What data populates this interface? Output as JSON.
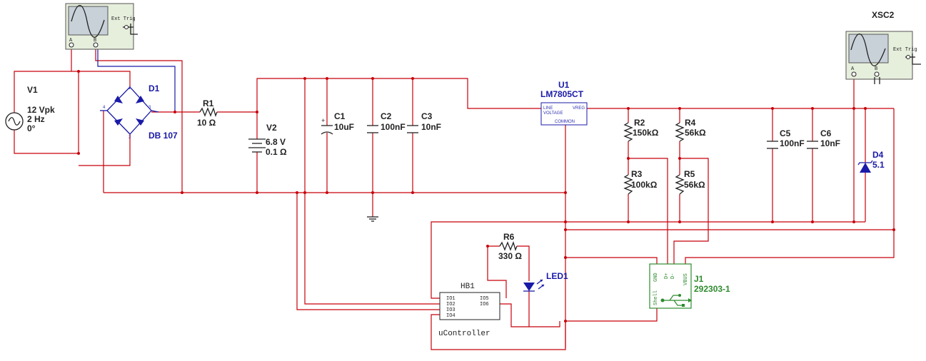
{
  "components": {
    "v1": {
      "ref": "V1",
      "amp": "12 Vpk",
      "freq": "2 Hz",
      "phase": "0°"
    },
    "d1": {
      "ref": "D1",
      "part": "DB 107"
    },
    "r1": {
      "ref": "R1",
      "value": "10 Ω"
    },
    "v2": {
      "ref": "V2",
      "volts": "6.8 V",
      "res": "0.1 Ω"
    },
    "c1": {
      "ref": "C1",
      "value": "10uF"
    },
    "c2": {
      "ref": "C2",
      "value": "100nF"
    },
    "c3": {
      "ref": "C3",
      "value": "10nF"
    },
    "u1": {
      "ref": "U1",
      "part": "LM7805CT",
      "pin_in": "LINE",
      "pin_in2": "VOLTAGE",
      "pin_out": "VREG",
      "pin_com": "COMMON"
    },
    "r2": {
      "ref": "R2",
      "value": "150kΩ"
    },
    "r3": {
      "ref": "R3",
      "value": "100kΩ"
    },
    "r4": {
      "ref": "R4",
      "value": "56kΩ"
    },
    "r5": {
      "ref": "R5",
      "value": "56kΩ"
    },
    "c5": {
      "ref": "C5",
      "value": "100nF"
    },
    "c6": {
      "ref": "C6",
      "value": "10nF"
    },
    "d4": {
      "ref": "D4",
      "value": "5.1"
    },
    "xsc2": {
      "ref": "XSC2"
    },
    "r6": {
      "ref": "R6",
      "value": "330 Ω"
    },
    "led1": {
      "ref": "LED1"
    },
    "hb1": {
      "ref": "HB1",
      "name": "uController",
      "pins_left": [
        "IO1",
        "IO2",
        "IO3",
        "IO4"
      ],
      "pins_right": [
        "IO5",
        "IO6"
      ]
    },
    "j1": {
      "ref": "J1",
      "part": "292303-1",
      "pins": [
        "GND",
        "D+",
        "D-",
        "VBUS"
      ],
      "shell": "Shell"
    }
  },
  "scope": {
    "ext_trig": "Ext Trig",
    "ch_a": "A",
    "ch_b": "B"
  },
  "bridge_pins": {
    "p1": "1",
    "p2": "2",
    "p3": "3",
    "p4": "4"
  },
  "colors": {
    "wire": "#c8000a",
    "probe_wire": "#1a1aa8",
    "label": "#1a1aa8",
    "connector": "#2e8b2e"
  }
}
